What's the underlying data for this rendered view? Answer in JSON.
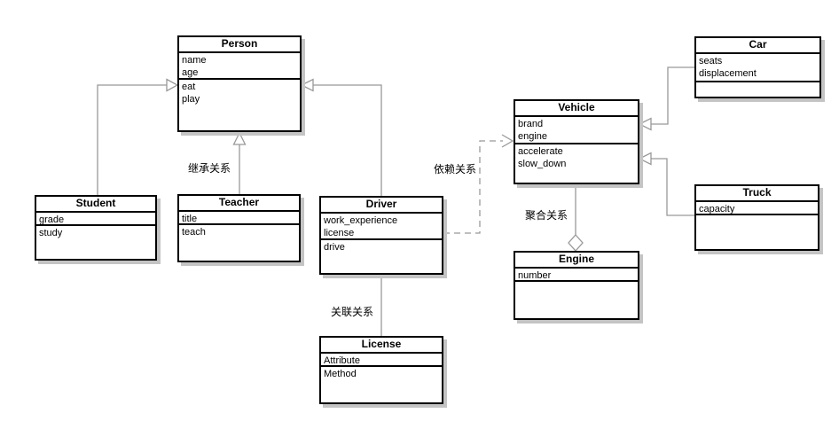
{
  "diagram": {
    "type": "uml-class-diagram",
    "colors": {
      "background": "#ffffff",
      "box_border": "#000000",
      "box_fill": "#ffffff",
      "shadow": "#c4c4c4",
      "edge_line": "#999999",
      "text": "#000000"
    },
    "classes": [
      {
        "name": "Person",
        "attributes": [
          "name",
          "age"
        ],
        "methods": [
          "eat",
          "play"
        ]
      },
      {
        "name": "Student",
        "attributes": [
          "grade"
        ],
        "methods": [
          "study"
        ]
      },
      {
        "name": "Teacher",
        "attributes": [
          "title"
        ],
        "methods": [
          "teach"
        ]
      },
      {
        "name": "Driver",
        "attributes": [
          "work_experience",
          "license"
        ],
        "methods": [
          "drive"
        ]
      },
      {
        "name": "License",
        "attributes": [
          "Attribute"
        ],
        "methods": [
          "Method"
        ]
      },
      {
        "name": "Vehicle",
        "attributes": [
          "brand",
          "engine"
        ],
        "methods": [
          "accelerate",
          "slow_down"
        ]
      },
      {
        "name": "Engine",
        "attributes": [
          "number"
        ],
        "methods": []
      },
      {
        "name": "Car",
        "attributes": [
          "seats",
          "displacement"
        ],
        "methods": []
      },
      {
        "name": "Truck",
        "attributes": [
          "capacity"
        ],
        "methods": []
      }
    ],
    "edges": [
      {
        "from": "Student",
        "to": "Person",
        "type": "inheritance",
        "label": ""
      },
      {
        "from": "Teacher",
        "to": "Person",
        "type": "inheritance",
        "label": "继承关系"
      },
      {
        "from": "Driver",
        "to": "Person",
        "type": "inheritance",
        "label": ""
      },
      {
        "from": "Driver",
        "to": "License",
        "type": "association",
        "label": "关联关系"
      },
      {
        "from": "Driver",
        "to": "Vehicle",
        "type": "dependency",
        "label": "依赖关系"
      },
      {
        "from": "Car",
        "to": "Vehicle",
        "type": "inheritance",
        "label": ""
      },
      {
        "from": "Truck",
        "to": "Vehicle",
        "type": "inheritance",
        "label": ""
      },
      {
        "from": "Engine",
        "to": "Vehicle",
        "type": "aggregation",
        "label": "聚合关系"
      }
    ]
  }
}
